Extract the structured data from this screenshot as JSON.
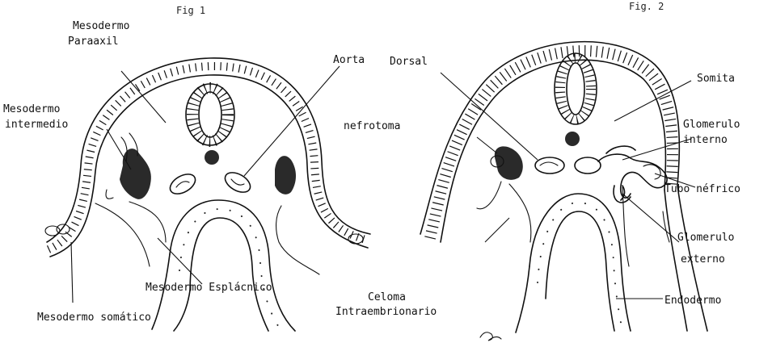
{
  "figures": {
    "fig1_title": "Fig 1",
    "fig2_title": "Fig.  2"
  },
  "labels": {
    "mesodermo_paraaxil_1": "Mesodermo",
    "mesodermo_paraaxil_2": "Paraaxil",
    "mesodermo_intermedio_1": "Mesodermo",
    "mesodermo_intermedio_2": "intermedio",
    "aorta": "Aorta",
    "dorsal": "Dorsal",
    "nefrotoma": "nefrotoma",
    "somita": "Somita",
    "glomerulo_interno_1": "Glomerulo",
    "glomerulo_interno_2": "interno",
    "tubo_nefrico": "Tubo néfrico",
    "glomerulo_externo_1": "Glomerulo",
    "glomerulo_externo_2": "externo",
    "mesodermo_somatico": "Mesodermo somático",
    "mesodermo_esplacnico": "Mesodermo Esplácnico",
    "celoma_1": "Celoma",
    "celoma_2": "Intraembrionario",
    "endodermo": "Endodermo"
  }
}
